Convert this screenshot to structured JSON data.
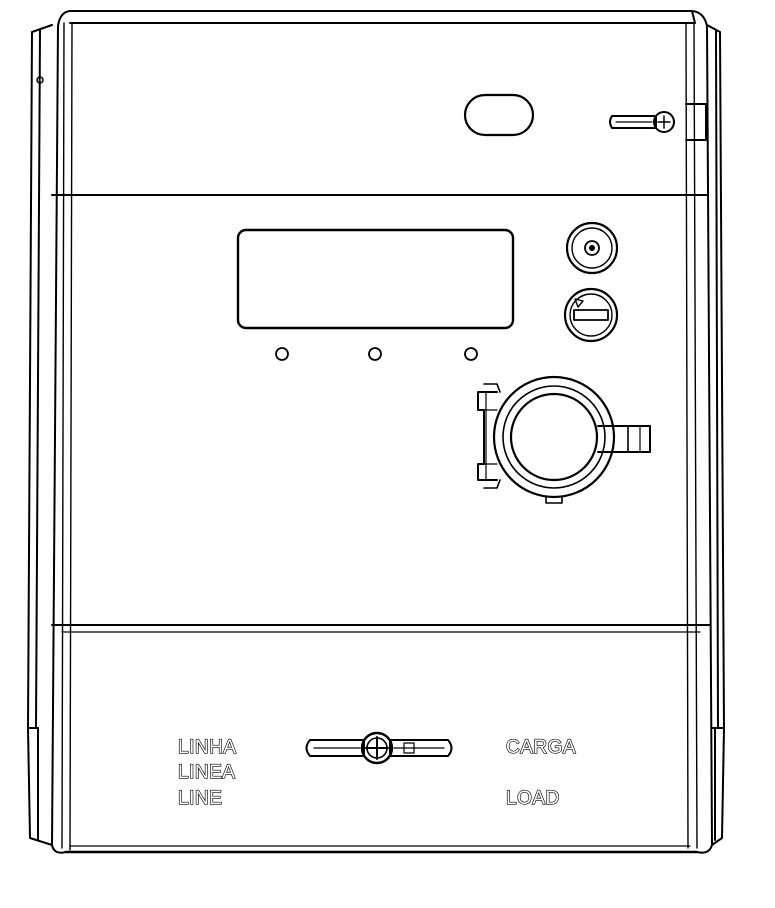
{
  "terminal_labels": {
    "line": [
      "LINHA",
      "LINEA",
      "LINE"
    ],
    "load": [
      "CARGA",
      "LOAD"
    ]
  },
  "colors": {
    "stroke": "#000000",
    "background": "#ffffff"
  },
  "icons": {
    "top_right_screw": "screw-icon",
    "bottom_seal_screw": "screw-icon",
    "rotary_button": "rotary-knob-icon",
    "reset_button": "reset-button-icon"
  }
}
